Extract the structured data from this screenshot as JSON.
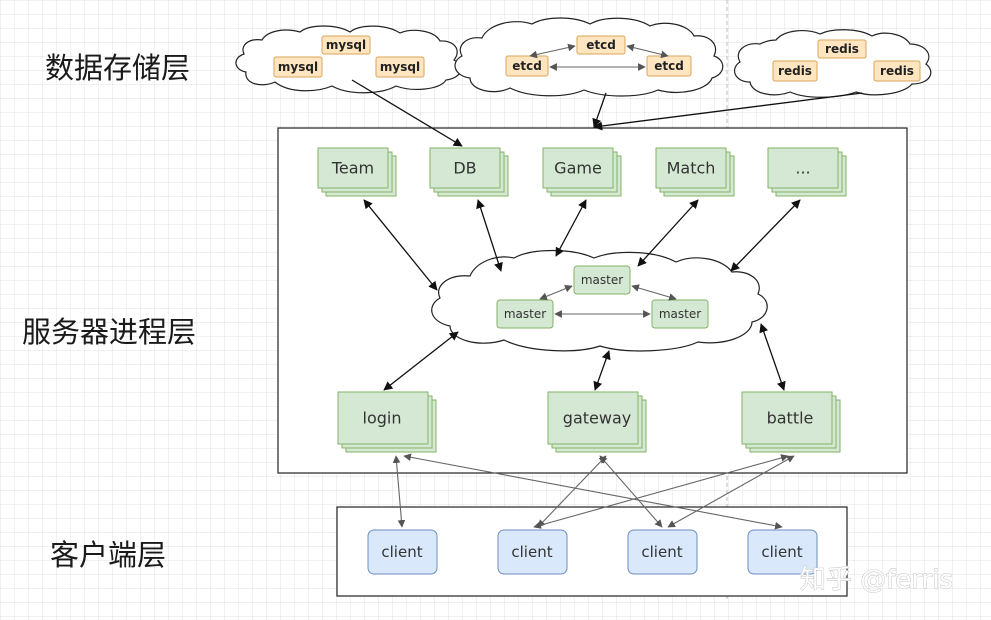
{
  "layers": {
    "storage": "数据存储层",
    "server": "服务器进程层",
    "client": "客户端层"
  },
  "storage_clouds": [
    {
      "id": "mysql",
      "nodes": [
        "mysql",
        "mysql",
        "mysql"
      ]
    },
    {
      "id": "etcd",
      "nodes": [
        "etcd",
        "etcd",
        "etcd"
      ]
    },
    {
      "id": "redis",
      "nodes": [
        "redis",
        "redis",
        "redis"
      ]
    }
  ],
  "services_top": [
    "Team",
    "DB",
    "Game",
    "Match",
    "..."
  ],
  "masters": [
    "master",
    "master",
    "master"
  ],
  "services_bottom": [
    "login",
    "gateway",
    "battle"
  ],
  "clients": [
    "client",
    "client",
    "client",
    "client"
  ],
  "watermark": "知乎 @ferris",
  "colors": {
    "storage_node_fill": "#ffe6c0",
    "storage_node_border": "#d9a55a",
    "service_fill": "#d5e8d4",
    "service_border": "#82b366",
    "client_fill": "#dae8fc",
    "client_border": "#6c8ebf"
  }
}
